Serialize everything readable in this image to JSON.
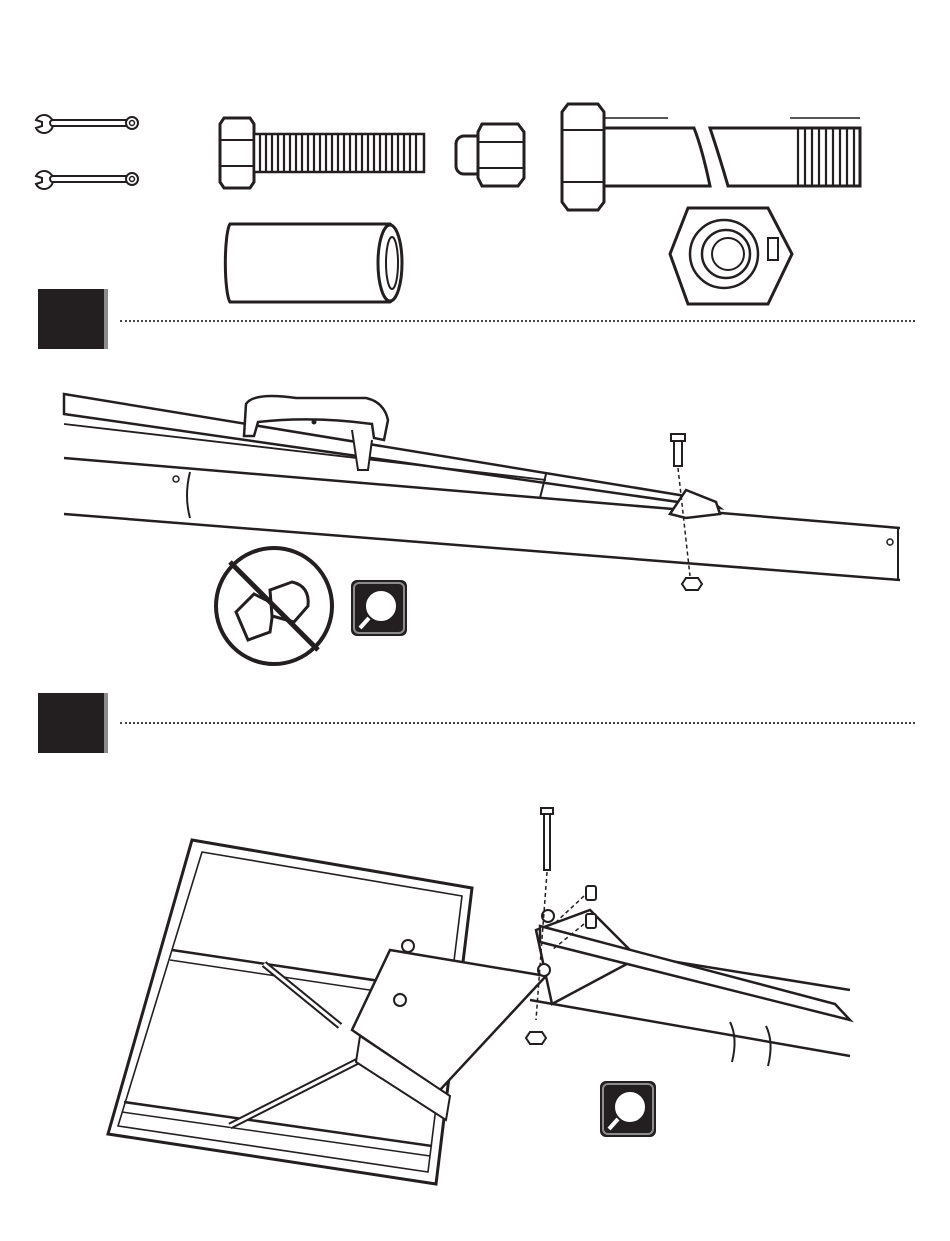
{
  "document": {
    "type": "assembly-instructions",
    "hardware_parts": [
      {
        "name": "wrench",
        "count": 2
      },
      {
        "name": "hex-bolt"
      },
      {
        "name": "lock-nut"
      },
      {
        "name": "long-bolt"
      },
      {
        "name": "spacer-sleeve"
      },
      {
        "name": "hex-nut"
      }
    ],
    "steps": [
      {
        "name": "step-1",
        "number": "",
        "illustration": "bolt-through-boom-bracket"
      },
      {
        "name": "step-2",
        "number": "",
        "illustration": "bolt-through-backboard-frame"
      }
    ],
    "icons": [
      "no-impact-wrench-icon",
      "magnifier-icon"
    ]
  },
  "colors": {
    "ink": "#231f20",
    "shadow": "#8c8c8c",
    "paper": "#ffffff"
  }
}
